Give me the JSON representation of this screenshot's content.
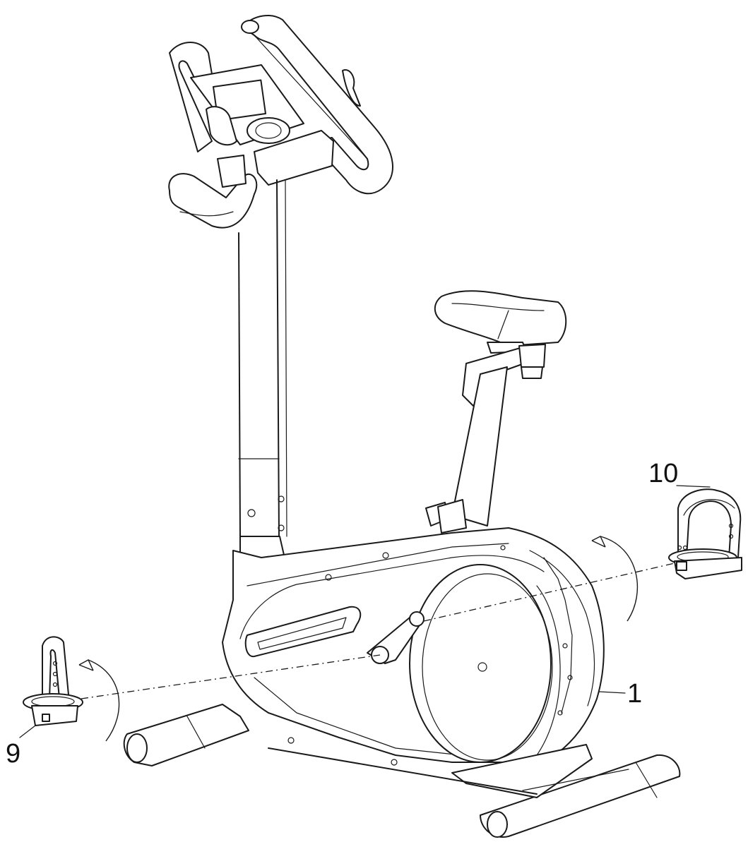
{
  "diagram": {
    "callouts": [
      {
        "id": "part-1",
        "label": "1"
      },
      {
        "id": "part-9",
        "label": "9"
      },
      {
        "id": "part-10",
        "label": "10"
      }
    ]
  }
}
